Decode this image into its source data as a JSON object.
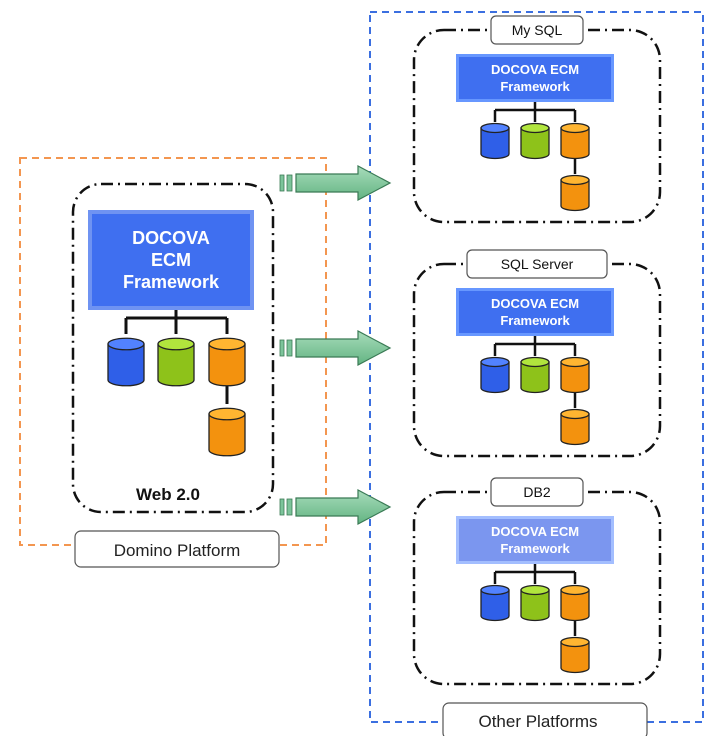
{
  "main": {
    "framework_label_line1": "DOCOVA",
    "framework_label_line2": "ECM",
    "framework_label_line3": "Framework",
    "caption": "Web 2.0",
    "platform_label": "Domino Platform"
  },
  "other": {
    "platform_label": "Other Platforms",
    "targets": [
      {
        "label": "My SQL",
        "framework_line1": "DOCOVA ECM",
        "framework_line2": "Framework"
      },
      {
        "label": "SQL Server",
        "framework_line1": "DOCOVA ECM",
        "framework_line2": "Framework"
      },
      {
        "label": "DB2",
        "framework_line1": "DOCOVA ECM",
        "framework_line2": "Framework"
      }
    ]
  },
  "colors": {
    "framework_blue": "#3f6ff0",
    "framework_blue_light": "#7b96ef",
    "db_blue": "#2f5fe8",
    "db_green": "#8ec21a",
    "db_orange": "#f3920e",
    "arrow_green": "#7cc49a",
    "domino_border": "#f39650",
    "other_border": "#3b6fe0"
  }
}
